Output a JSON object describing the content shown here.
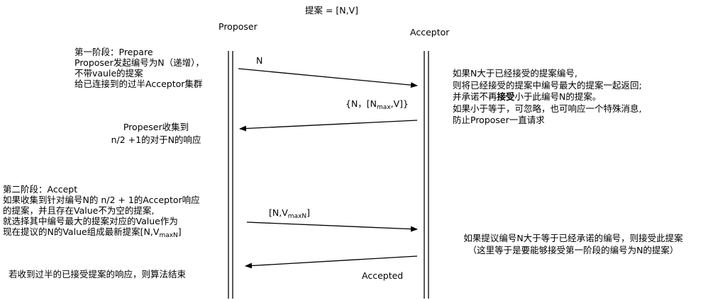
{
  "header": {
    "title": "提案 = [N,V]"
  },
  "roles": {
    "proposer": "Proposer",
    "acceptor": "Acceptor"
  },
  "phase1": {
    "lines": [
      "第一阶段：Prepare",
      "Proposer发起编号为N（递增），",
      "不带vaule的提案",
      "给已连接到的过半Acceptor集群"
    ],
    "prepare_msg": "N",
    "promise_msg": {
      "pre": "{N，[N",
      "sub": "max",
      "post": ",V]}"
    },
    "proposer_collect": [
      "Propeser收集到",
      "n/2 +1的对于N的响应"
    ],
    "acceptor_rule": {
      "l1": "如果N大于已经接受的提案编号,",
      "l2": "则将已经接受的提案中编号最大的提案一起返回;",
      "l3_pre": "并承诺不再",
      "l3_bold": "接受",
      "l3_post": "小于此编号N的提案。",
      "l4": "如果小于等于，可忽略，也可响应一个特殊消息,",
      "l5": "防止Proposer一直请求"
    }
  },
  "phase2": {
    "lines": [
      "第二阶段：Accept",
      "如果收集到针对编号N的 n/2 + 1的Acceptor响应",
      "的提案，并且存在Value不为空的提案,",
      "就选择其中编号最大的提案对应的Value作为"
    ],
    "last_line": {
      "pre": "现在提议的N的Value组成最新提案[N,V",
      "sub": "maxN",
      "post": "]"
    },
    "accept_msg": {
      "pre": "[N,V",
      "sub": "maxN",
      "post": "]"
    },
    "acceptor_rule": [
      "如果提议编号N大于等于已经承诺的编号，则接受此提案",
      "（这里等于是要能够接受第一阶段的编号为N的提案）"
    ],
    "accepted_msg": "Accepted",
    "end_note": "若收到过半的已接受提案的响应，则算法结束"
  }
}
